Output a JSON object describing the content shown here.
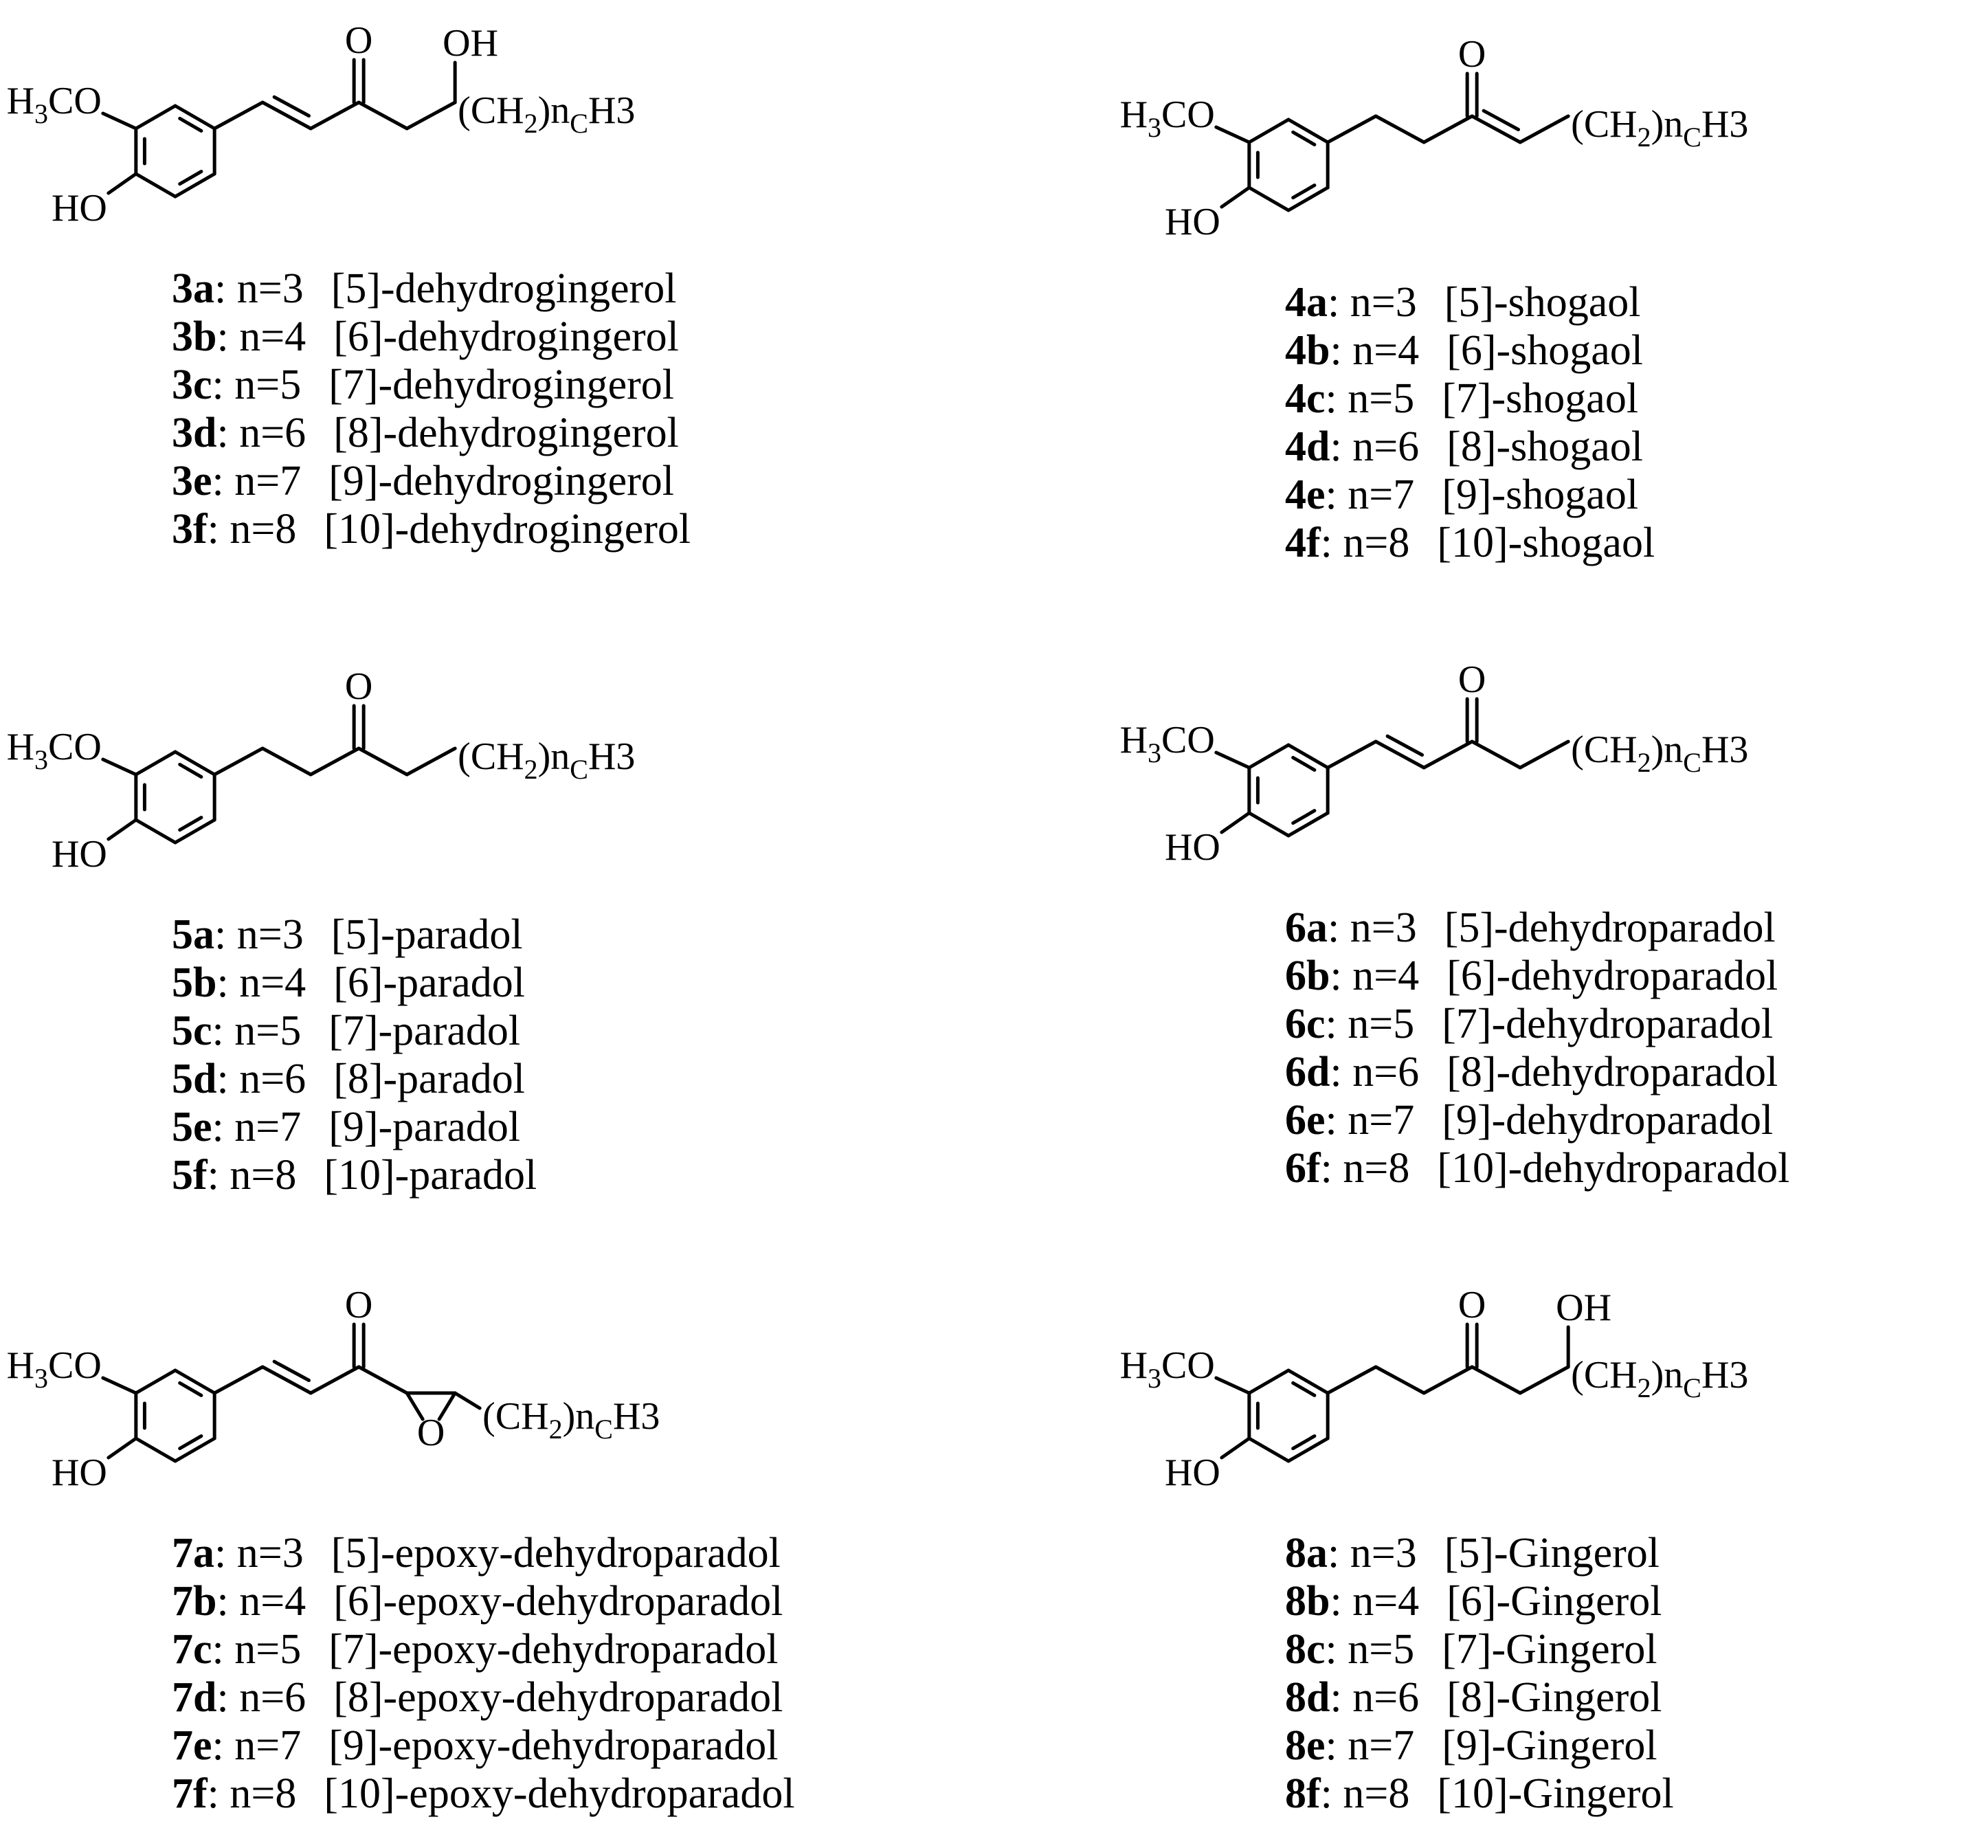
{
  "atoms": {
    "methoxy": "H3CO",
    "hydroxy_ring": "HO",
    "carbonyl_o": "O",
    "hydroxyl": "OH",
    "epoxide_o": "O",
    "chain": "(CH2)nCH3"
  },
  "panels": [
    {
      "id": "3",
      "entries": [
        {
          "code": "3a",
          "n": "n=3",
          "name": "[5]-dehydrogingerol"
        },
        {
          "code": "3b",
          "n": "n=4",
          "name": "[6]-dehydrogingerol"
        },
        {
          "code": "3c",
          "n": "n=5",
          "name": "[7]-dehydrogingerol"
        },
        {
          "code": "3d",
          "n": "n=6",
          "name": "[8]-dehydrogingerol"
        },
        {
          "code": "3e",
          "n": "n=7",
          "name": "[9]-dehydrogingerol"
        },
        {
          "code": "3f",
          "n": "n=8",
          "name": "[10]-dehydrogingerol"
        }
      ]
    },
    {
      "id": "4",
      "entries": [
        {
          "code": "4a",
          "n": "n=3",
          "name": "[5]-shogaol"
        },
        {
          "code": "4b",
          "n": "n=4",
          "name": "[6]-shogaol"
        },
        {
          "code": "4c",
          "n": "n=5",
          "name": "[7]-shogaol"
        },
        {
          "code": "4d",
          "n": "n=6",
          "name": "[8]-shogaol"
        },
        {
          "code": "4e",
          "n": "n=7",
          "name": "[9]-shogaol"
        },
        {
          "code": "4f",
          "n": "n=8",
          "name": "[10]-shogaol"
        }
      ]
    },
    {
      "id": "5",
      "entries": [
        {
          "code": "5a",
          "n": "n=3",
          "name": "[5]-paradol"
        },
        {
          "code": "5b",
          "n": "n=4",
          "name": "[6]-paradol"
        },
        {
          "code": "5c",
          "n": "n=5",
          "name": "[7]-paradol"
        },
        {
          "code": "5d",
          "n": "n=6",
          "name": "[8]-paradol"
        },
        {
          "code": "5e",
          "n": "n=7",
          "name": "[9]-paradol"
        },
        {
          "code": "5f",
          "n": "n=8",
          "name": "[10]-paradol"
        }
      ]
    },
    {
      "id": "6",
      "entries": [
        {
          "code": "6a",
          "n": "n=3",
          "name": "[5]-dehydroparadol"
        },
        {
          "code": "6b",
          "n": "n=4",
          "name": "[6]-dehydroparadol"
        },
        {
          "code": "6c",
          "n": "n=5",
          "name": "[7]-dehydroparadol"
        },
        {
          "code": "6d",
          "n": "n=6",
          "name": "[8]-dehydroparadol"
        },
        {
          "code": "6e",
          "n": "n=7",
          "name": "[9]-dehydroparadol"
        },
        {
          "code": "6f",
          "n": "n=8",
          "name": "[10]-dehydroparadol"
        }
      ]
    },
    {
      "id": "7",
      "entries": [
        {
          "code": "7a",
          "n": "n=3",
          "name": "[5]-epoxy-dehydroparadol"
        },
        {
          "code": "7b",
          "n": "n=4",
          "name": "[6]-epoxy-dehydroparadol"
        },
        {
          "code": "7c",
          "n": "n=5",
          "name": "[7]-epoxy-dehydroparadol"
        },
        {
          "code": "7d",
          "n": "n=6",
          "name": "[8]-epoxy-dehydroparadol"
        },
        {
          "code": "7e",
          "n": "n=7",
          "name": "[9]-epoxy-dehydroparadol"
        },
        {
          "code": "7f",
          "n": "n=8",
          "name": "[10]-epoxy-dehydroparadol"
        }
      ]
    },
    {
      "id": "8",
      "entries": [
        {
          "code": "8a",
          "n": "n=3",
          "name": "[5]-Gingerol"
        },
        {
          "code": "8b",
          "n": "n=4",
          "name": "[6]-Gingerol"
        },
        {
          "code": "8c",
          "n": "n=5",
          "name": "[7]-Gingerol"
        },
        {
          "code": "8d",
          "n": "n=6",
          "name": "[8]-Gingerol"
        },
        {
          "code": "8e",
          "n": "n=7",
          "name": "[9]-Gingerol"
        },
        {
          "code": "8f",
          "n": "n=8",
          "name": "[10]-Gingerol"
        }
      ]
    }
  ]
}
